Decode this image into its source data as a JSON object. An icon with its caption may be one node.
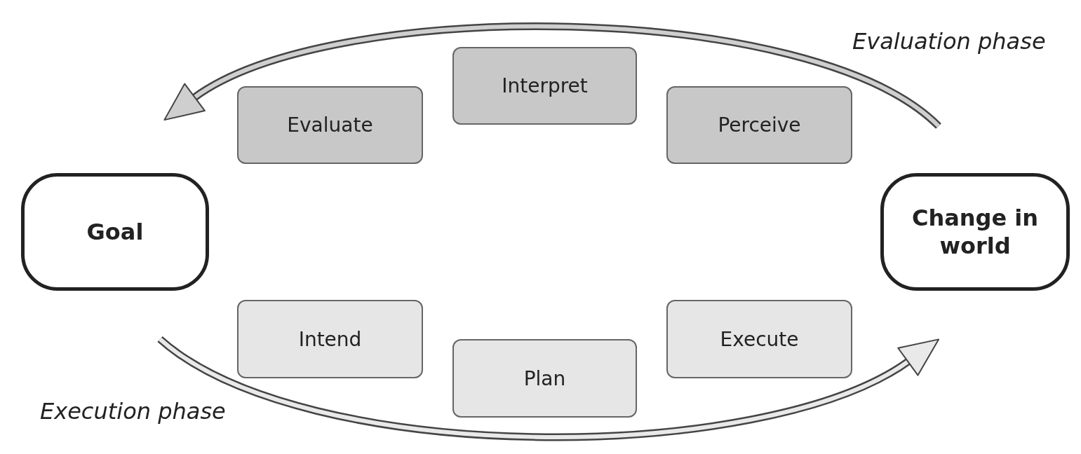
{
  "diagram": {
    "nodes": [
      {
        "text": [
          "Interpret"
        ]
      },
      {
        "text": [
          "Evaluate"
        ]
      },
      {
        "text": [
          "Perceive"
        ]
      },
      {
        "text": [
          "Goal"
        ]
      },
      {
        "text": [
          "Change in world"
        ]
      },
      {
        "text": [
          "Intend"
        ]
      },
      {
        "text": [
          "Execute"
        ]
      },
      {
        "text": [
          "Plan"
        ]
      }
    ],
    "labels": [
      "Evaluation phase",
      "Execution phase"
    ]
  }
}
